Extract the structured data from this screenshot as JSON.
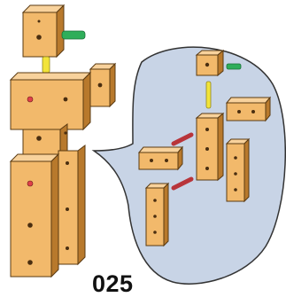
{
  "step": {
    "number": "025"
  },
  "colors": {
    "wood_front": "#f2b96b",
    "wood_top": "#f8d29c",
    "wood_side": "#b8792c",
    "outline": "#5a3a12",
    "hole": "#4a2e10",
    "red_hole": "#e0404a",
    "peg_green": "#2fae5a",
    "peg_yellow": "#f2e43a",
    "peg_red": "#b8343a",
    "bubble_fill": "#c8d4e6",
    "bubble_stroke": "#333333"
  },
  "icons": {
    "main": "assembled-block-robot",
    "callout": "exploded-parts-callout"
  }
}
